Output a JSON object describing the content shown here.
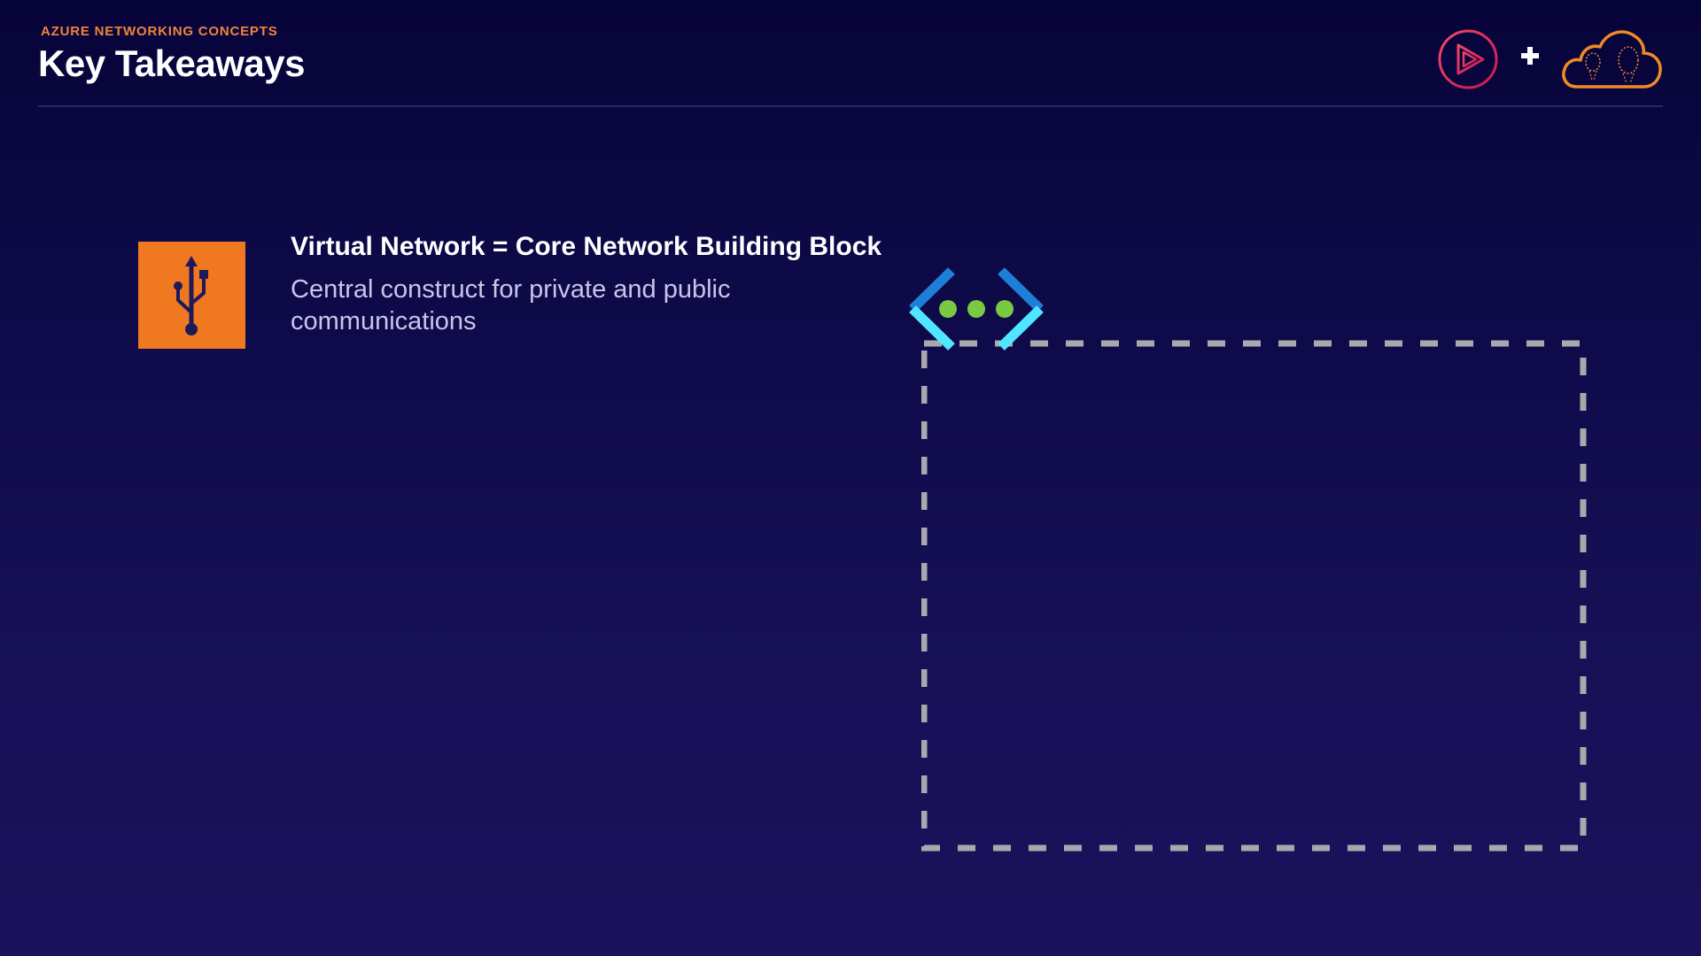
{
  "header": {
    "kicker": "AZURE NETWORKING CONCEPTS",
    "title": "Key Takeaways"
  },
  "logos": {
    "play_logo_icon": "play-circle-icon",
    "plus_symbol": "+",
    "cloud_logo_icon": "cloud-hot-air-balloon-icon",
    "play_color": "#e0245e",
    "cloud_color": "#f08a24"
  },
  "takeaway": {
    "icon": "usb-icon",
    "icon_background": "#f07820",
    "title": "Virtual Network = Core Network Building Block",
    "description": "Central construct for private and public communications"
  },
  "diagram": {
    "vnet_icon": "virtual-network-icon",
    "vnet_icon_colors": [
      "#1e7fd8",
      "#50e6ff",
      "#7ac943"
    ],
    "boundary_style": "dashed",
    "boundary_color": "#a9a9ad"
  }
}
